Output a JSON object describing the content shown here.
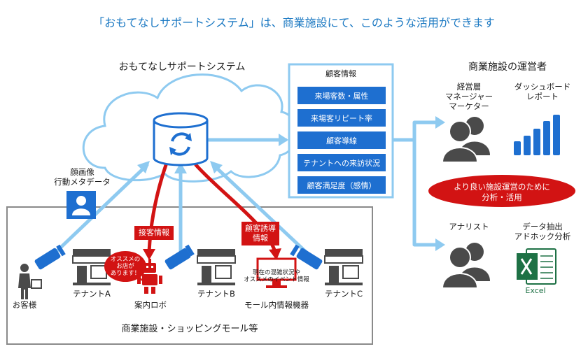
{
  "headline": "「おもてなしサポートシステム」は、商業施設にて、このような活用ができます",
  "system": {
    "title": "おもてなしサポートシステム"
  },
  "customer_info": {
    "title": "顧客情報",
    "items": [
      "来場客数・属性",
      "来場客リピート率",
      "顧客導線",
      "テナントへの来訪状況",
      "顧客満足度（感情）"
    ]
  },
  "operator": {
    "title": "商業施設の運営者",
    "managers_label": [
      "経営層",
      "マネージャー",
      "マーケター"
    ],
    "dashboard_label": [
      "ダッシュボード",
      "レポート"
    ],
    "purpose_label": [
      "より良い施設運営のために",
      "分析・活用"
    ],
    "analyst_label": "アナリスト",
    "extract_label": [
      "データ抽出",
      "アドホック分析"
    ],
    "excel_label": "Excel"
  },
  "face_data_label": [
    "顔画像",
    "行動メタデータ"
  ],
  "mall": {
    "title": "商業施設・ショッピングモール等",
    "customer_label": "お客様",
    "tenant_a": "テナントA",
    "tenant_b": "テナントB",
    "tenant_c": "テナントC",
    "robot_label": "案内ロボ",
    "robot_bubble": [
      "オススメの",
      "お店が",
      "あります！"
    ],
    "device_label": "モール内情報機器",
    "device_text": [
      "現在の混雑状況や",
      "オススメのイベント情報"
    ]
  },
  "red_labels": {
    "contact": "接客情報",
    "guide": [
      "顧客誘導",
      "情報"
    ]
  },
  "colors": {
    "accent": "#1a78c2",
    "button": "#1e6fd0",
    "arrow_blue": "#8ecaf0",
    "arrow_red": "#d21313",
    "icon_gray": "#4a4a4a",
    "excel_green": "#1e7145"
  }
}
